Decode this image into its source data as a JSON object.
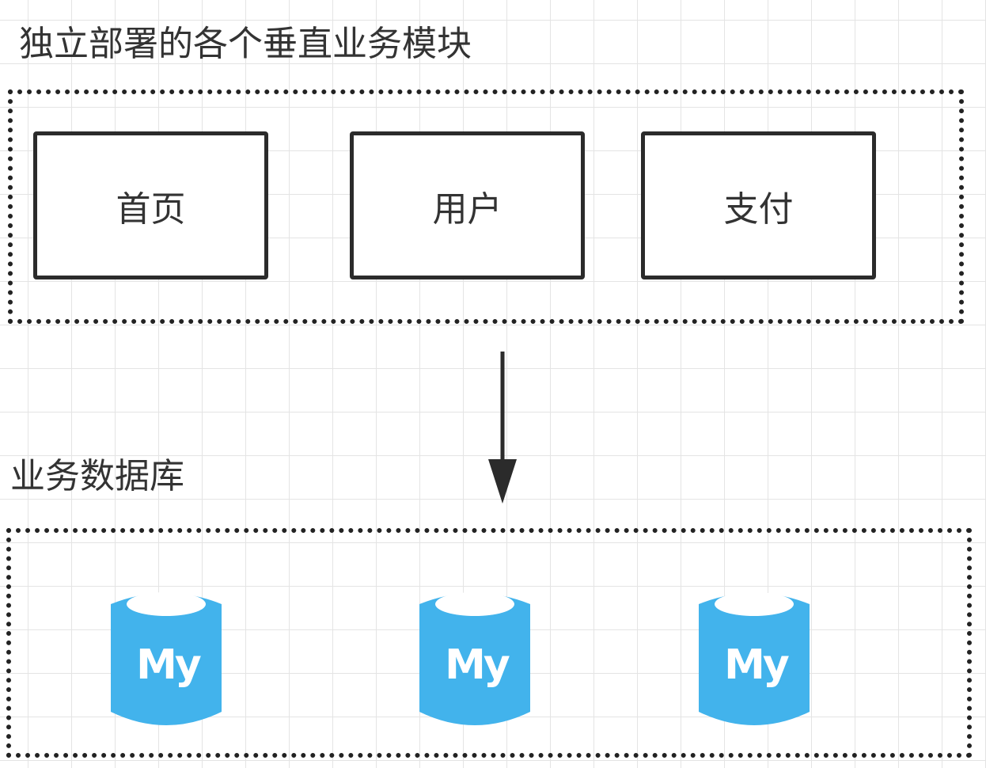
{
  "diagram": {
    "top_group": {
      "title": "独立部署的各个垂直业务模块",
      "modules": [
        "首页",
        "用户",
        "支付"
      ]
    },
    "bottom_group": {
      "title": "业务数据库",
      "databases": [
        {
          "label": "My",
          "icon": "mysql-database-icon"
        },
        {
          "label": "My",
          "icon": "mysql-database-icon"
        },
        {
          "label": "My",
          "icon": "mysql-database-icon"
        }
      ]
    },
    "connector": {
      "direction": "down",
      "icon": "arrow-down-icon"
    },
    "colors": {
      "database": "#42b3ec",
      "stroke": "#2b2b2b",
      "grid": "#e4e4e4",
      "text": "#333333"
    }
  }
}
